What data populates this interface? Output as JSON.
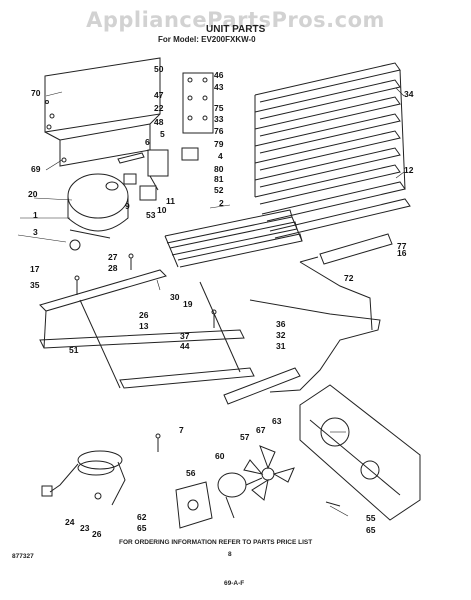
{
  "header": {
    "watermark": "AppliancePartsPros.com",
    "title": "UNIT PARTS",
    "model": "For Model: EV200FXKW-0"
  },
  "callouts": [
    {
      "id": "c70",
      "label": "70"
    },
    {
      "id": "c69",
      "label": "69"
    },
    {
      "id": "c20",
      "label": "20"
    },
    {
      "id": "c1",
      "label": "1"
    },
    {
      "id": "c3",
      "label": "3"
    },
    {
      "id": "c50",
      "label": "50"
    },
    {
      "id": "c47",
      "label": "47"
    },
    {
      "id": "c22",
      "label": "22"
    },
    {
      "id": "c48",
      "label": "48"
    },
    {
      "id": "c5",
      "label": "5"
    },
    {
      "id": "c6",
      "label": "6"
    },
    {
      "id": "c46",
      "label": "46"
    },
    {
      "id": "c43",
      "label": "43"
    },
    {
      "id": "c75",
      "label": "75"
    },
    {
      "id": "c33",
      "label": "33"
    },
    {
      "id": "c76",
      "label": "76"
    },
    {
      "id": "c79",
      "label": "79"
    },
    {
      "id": "c4",
      "label": "4"
    },
    {
      "id": "c80",
      "label": "80"
    },
    {
      "id": "c81",
      "label": "81"
    },
    {
      "id": "c52",
      "label": "52"
    },
    {
      "id": "c2",
      "label": "2"
    },
    {
      "id": "c34",
      "label": "34"
    },
    {
      "id": "c12",
      "label": "12"
    },
    {
      "id": "c9",
      "label": "9"
    },
    {
      "id": "c11",
      "label": "11"
    },
    {
      "id": "c10",
      "label": "10"
    },
    {
      "id": "c53",
      "label": "53"
    },
    {
      "id": "c77",
      "label": "77"
    },
    {
      "id": "c16",
      "label": "16"
    },
    {
      "id": "c72",
      "label": "72"
    },
    {
      "id": "c27",
      "label": "27"
    },
    {
      "id": "c28",
      "label": "28"
    },
    {
      "id": "c17",
      "label": "17"
    },
    {
      "id": "c35",
      "label": "35"
    },
    {
      "id": "c30",
      "label": "30"
    },
    {
      "id": "c19",
      "label": "19"
    },
    {
      "id": "c26",
      "label": "26"
    },
    {
      "id": "c13",
      "label": "13"
    },
    {
      "id": "c37",
      "label": "37"
    },
    {
      "id": "c44",
      "label": "44"
    },
    {
      "id": "c51",
      "label": "51"
    },
    {
      "id": "c36",
      "label": "36"
    },
    {
      "id": "c32",
      "label": "32"
    },
    {
      "id": "c31",
      "label": "31"
    },
    {
      "id": "c7",
      "label": "7"
    },
    {
      "id": "c67",
      "label": "67"
    },
    {
      "id": "c63",
      "label": "63"
    },
    {
      "id": "c57",
      "label": "57"
    },
    {
      "id": "c56",
      "label": "56"
    },
    {
      "id": "c60",
      "label": "60"
    },
    {
      "id": "c62",
      "label": "62"
    },
    {
      "id": "c65a",
      "label": "65"
    },
    {
      "id": "c24",
      "label": "24"
    },
    {
      "id": "c23",
      "label": "23"
    },
    {
      "id": "c26b",
      "label": "26"
    },
    {
      "id": "c55",
      "label": "55"
    },
    {
      "id": "c65b",
      "label": "65"
    }
  ],
  "footer": {
    "code": "877327",
    "instruction": "FOR ORDERING INFORMATION REFER TO PARTS PRICE LIST",
    "page": "8",
    "stamp": "69-A-F"
  }
}
